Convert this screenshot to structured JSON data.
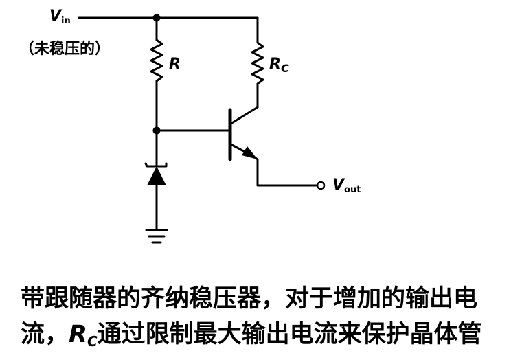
{
  "labels": {
    "vin_main": "V",
    "vin_sub": "in",
    "unregulated": "（未稳压的）",
    "r": "R",
    "rc_main": "R",
    "rc_sub": "C",
    "vout_main": "V",
    "vout_sub": "out"
  },
  "caption": {
    "line1": "带跟随器的齐纳稳压器，对于增加的输出电",
    "line2_prefix": "流，",
    "line2_r": "R",
    "line2_sub": "C",
    "line2_suffix": "通过限制最大输出电流来保护晶体管"
  }
}
